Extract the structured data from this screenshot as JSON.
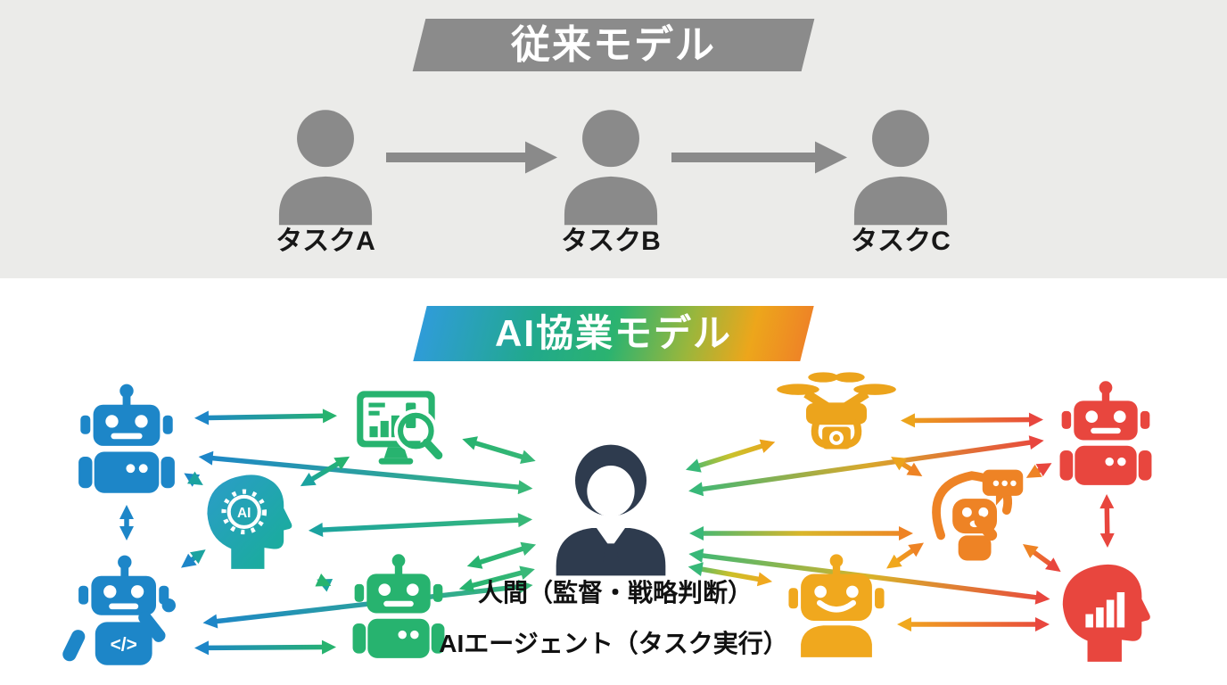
{
  "traditional_section": {
    "banner_label": "従来モデル",
    "banner_color": "#8b8b8b",
    "background_color": "#ebebe9",
    "person_color": "#8a8a8a",
    "arrow_color": "#8a8a8a",
    "tasks": [
      {
        "label": "タスクA"
      },
      {
        "label": "タスクB"
      },
      {
        "label": "タスクC"
      }
    ]
  },
  "collaboration_section": {
    "banner_label": "AI協業モデル",
    "banner_gradient": [
      "#2f9cd8",
      "#21a98c",
      "#2bb370",
      "#9ab63c",
      "#eda61b",
      "#ee8426"
    ],
    "human_label": "人間（監督・戦略判断）",
    "agents_label": "AIエージェント（タスク実行）",
    "ai_head_text": "AI",
    "code_text": "</>",
    "nodes": [
      {
        "id": "robot-blue-top",
        "icon": "robot-icon",
        "color": "#1d86c8"
      },
      {
        "id": "ai-head",
        "icon": "ai-head-icon",
        "color": "#1ba3a0"
      },
      {
        "id": "monitor",
        "icon": "monitor-chart-icon",
        "color": "#27b36f"
      },
      {
        "id": "robot-blue-code",
        "icon": "robot-wave-icon",
        "color": "#1d86c8"
      },
      {
        "id": "robot-green",
        "icon": "robot-icon",
        "color": "#27b36f"
      },
      {
        "id": "human",
        "icon": "businessman-icon",
        "color": "#2e3b4e",
        "arrow_color": "#38b878"
      },
      {
        "id": "drone",
        "icon": "drone-icon",
        "color": "#eca41c"
      },
      {
        "id": "chatbot",
        "icon": "chatbot-icon",
        "color": "#ee8325"
      },
      {
        "id": "robot-red",
        "icon": "robot-icon",
        "color": "#e8463e"
      },
      {
        "id": "robot-amber",
        "icon": "robot-smile-icon",
        "color": "#f0a81e"
      },
      {
        "id": "head-chart",
        "icon": "head-chart-icon",
        "color": "#e8463e"
      }
    ],
    "edges": [
      {
        "from": "robot-blue-top",
        "to": "monitor"
      },
      {
        "from": "robot-blue-top",
        "to": "ai-head"
      },
      {
        "from": "robot-blue-top",
        "to": "robot-blue-code"
      },
      {
        "from": "robot-blue-top",
        "to": "human"
      },
      {
        "from": "monitor",
        "to": "ai-head"
      },
      {
        "from": "monitor",
        "to": "human"
      },
      {
        "from": "ai-head",
        "to": "human"
      },
      {
        "from": "ai-head",
        "to": "robot-blue-code"
      },
      {
        "from": "ai-head",
        "to": "robot-green"
      },
      {
        "from": "robot-blue-code",
        "to": "robot-green"
      },
      {
        "from": "robot-blue-code",
        "to": "human"
      },
      {
        "from": "robot-green",
        "to": "human"
      },
      {
        "from": "robot-green",
        "to": "human"
      },
      {
        "from": "human",
        "to": "drone"
      },
      {
        "from": "human",
        "to": "robot-red"
      },
      {
        "from": "human",
        "to": "chatbot"
      },
      {
        "from": "human",
        "to": "robot-amber"
      },
      {
        "from": "human",
        "to": "head-chart"
      },
      {
        "from": "drone",
        "to": "robot-red"
      },
      {
        "from": "drone",
        "to": "chatbot"
      },
      {
        "from": "chatbot",
        "to": "robot-red"
      },
      {
        "from": "chatbot",
        "to": "head-chart"
      },
      {
        "from": "chatbot",
        "to": "robot-amber"
      },
      {
        "from": "robot-amber",
        "to": "head-chart"
      },
      {
        "from": "robot-red",
        "to": "head-chart"
      }
    ]
  }
}
